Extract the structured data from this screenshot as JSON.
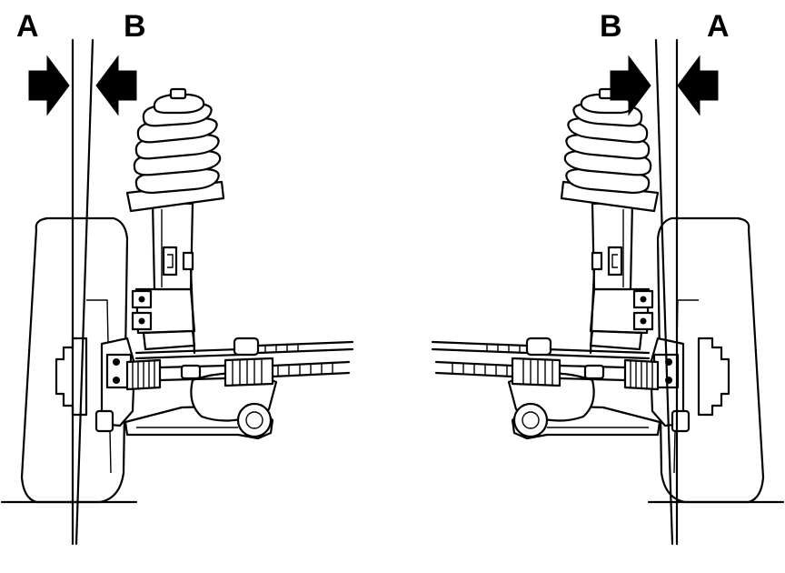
{
  "labels": {
    "left_a": "A",
    "left_b": "B",
    "right_b": "B",
    "right_a": "A"
  },
  "colors": {
    "ink": "#000000",
    "paper": "#ffffff"
  }
}
